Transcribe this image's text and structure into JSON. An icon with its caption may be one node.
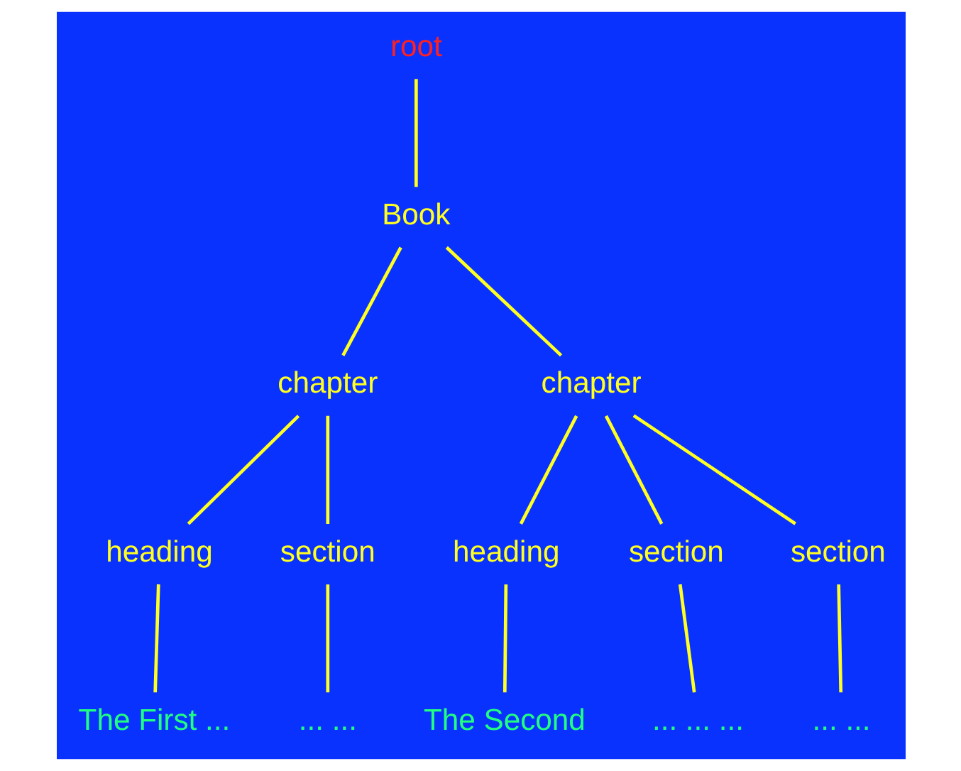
{
  "diagram": {
    "nodes": [
      {
        "text": [
          "root"
        ]
      },
      {
        "text": [
          "Book"
        ]
      },
      {
        "text": [
          "chapter"
        ]
      },
      {
        "text": [
          "chapter"
        ]
      },
      {
        "text": [
          "heading"
        ]
      },
      {
        "text": [
          "section"
        ]
      },
      {
        "text": [
          "heading"
        ]
      },
      {
        "text": [
          "section"
        ]
      },
      {
        "text": [
          "section"
        ]
      },
      {
        "text": [
          "The First ..."
        ]
      },
      {
        "text": [
          "... ..."
        ]
      },
      {
        "text": [
          "The Second"
        ]
      },
      {
        "text": [
          "... ... ..."
        ]
      },
      {
        "text": [
          "... ..."
        ]
      }
    ],
    "edges": [
      {
        "from": 0,
        "to": 1,
        "arrow": "none"
      },
      {
        "from": 1,
        "to": 2,
        "arrow": "none"
      },
      {
        "from": 1,
        "to": 3,
        "arrow": "none"
      },
      {
        "from": 2,
        "to": 4,
        "arrow": "none"
      },
      {
        "from": 2,
        "to": 5,
        "arrow": "none"
      },
      {
        "from": 3,
        "to": 6,
        "arrow": "none"
      },
      {
        "from": 3,
        "to": 7,
        "arrow": "none"
      },
      {
        "from": 3,
        "to": 8,
        "arrow": "none"
      },
      {
        "from": 4,
        "to": 9,
        "arrow": "none"
      },
      {
        "from": 5,
        "to": 10,
        "arrow": "none"
      },
      {
        "from": 6,
        "to": 11,
        "arrow": "none"
      },
      {
        "from": 7,
        "to": 12,
        "arrow": "none"
      },
      {
        "from": 8,
        "to": 13,
        "arrow": "none"
      }
    ]
  }
}
